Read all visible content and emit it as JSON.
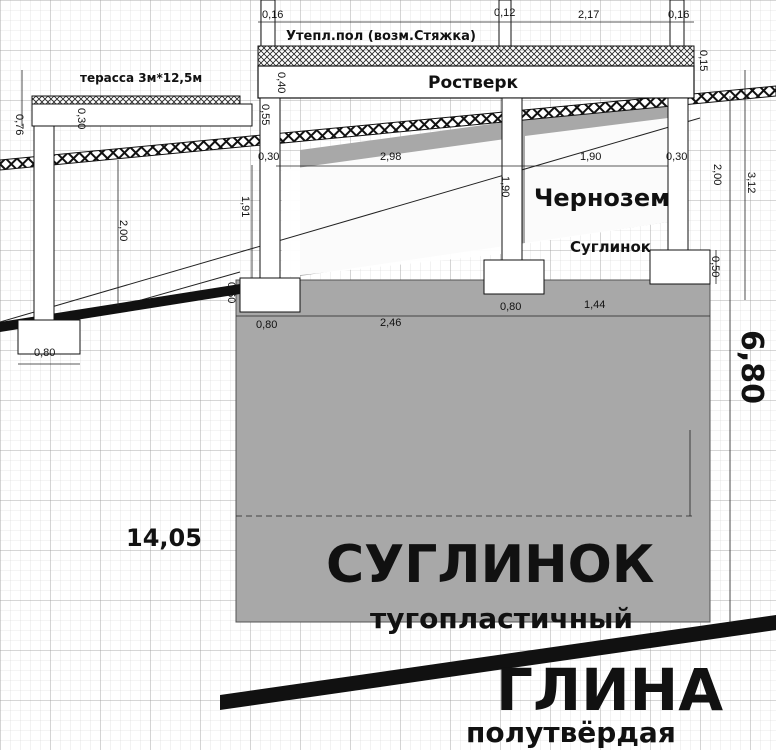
{
  "labels": {
    "floor": "Утепл.пол (возм.Стяжка)",
    "terrace": "терасса 3м*12,5м",
    "rostverk": "Ростверк",
    "chernozem": "Чернозем",
    "suglinok_small": "Суглинок",
    "suglinok_big": "СУГЛИНОК",
    "suglinok_sub": "тугопластичный",
    "glina_big": "ГЛИНА",
    "glina_sub": "полутвёрдая",
    "length_total": "14,05",
    "depth_total": "6,80"
  },
  "dims": {
    "d_016a": "0,16",
    "d_012": "0,12",
    "d_217": "2,17",
    "d_016b": "0,16",
    "d_015": "0,15",
    "d_040": "0,40",
    "d_076": "0,76",
    "d_030a": "0,30",
    "d_055": "0,55",
    "d_030b": "0,30",
    "d_298": "2,98",
    "d_190h": "1,90",
    "d_030c": "0,30",
    "d_190v": "1,90",
    "d_200a": "2,00",
    "d_312": "3,12",
    "d_191": "1,91",
    "d_200b": "2,00",
    "d_050": "0,50",
    "d_060": "0,60",
    "d_080a": "0,80",
    "d_246": "2,46",
    "d_080b": "0,80",
    "d_144": "1,44",
    "d_080c": "0,80"
  },
  "colors": {
    "grid_minor": "#d0d0d0",
    "grid_major": "#9a9a9a",
    "soil_fill": "#a8a8a8",
    "line": "#111111",
    "background": "#ffffff"
  }
}
